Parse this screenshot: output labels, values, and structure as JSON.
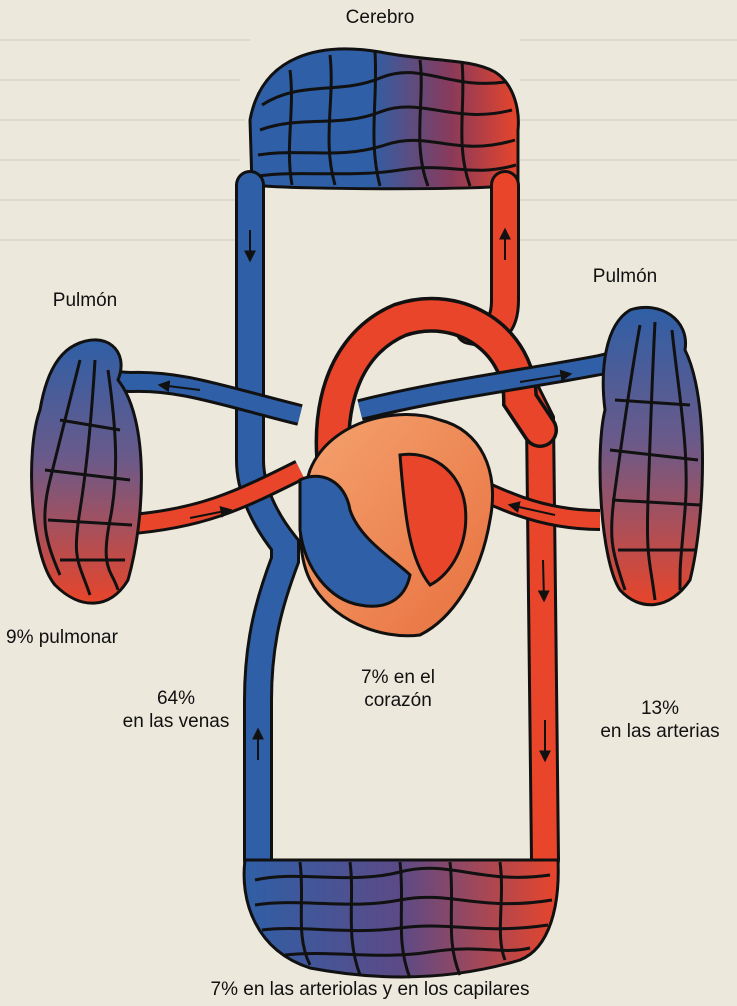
{
  "labels": {
    "brain": "Cerebro",
    "lung_left": "Pulmón",
    "lung_right": "Pulmón",
    "pulmonary": "9% pulmonar",
    "veins_pct": "64%",
    "veins_text": "en las venas",
    "heart_line1": "7% en el",
    "heart_line2": "corazón",
    "arteries_pct": "13%",
    "arteries_text": "en las arterias",
    "capillaries": "7% en las arteriolas y en los capilares"
  },
  "colors": {
    "venous_blue": "#2f5fa6",
    "arterial_red": "#e8452a",
    "heart_orange": "#ee8a55",
    "outline": "#111111",
    "background": "#ede8dc"
  }
}
